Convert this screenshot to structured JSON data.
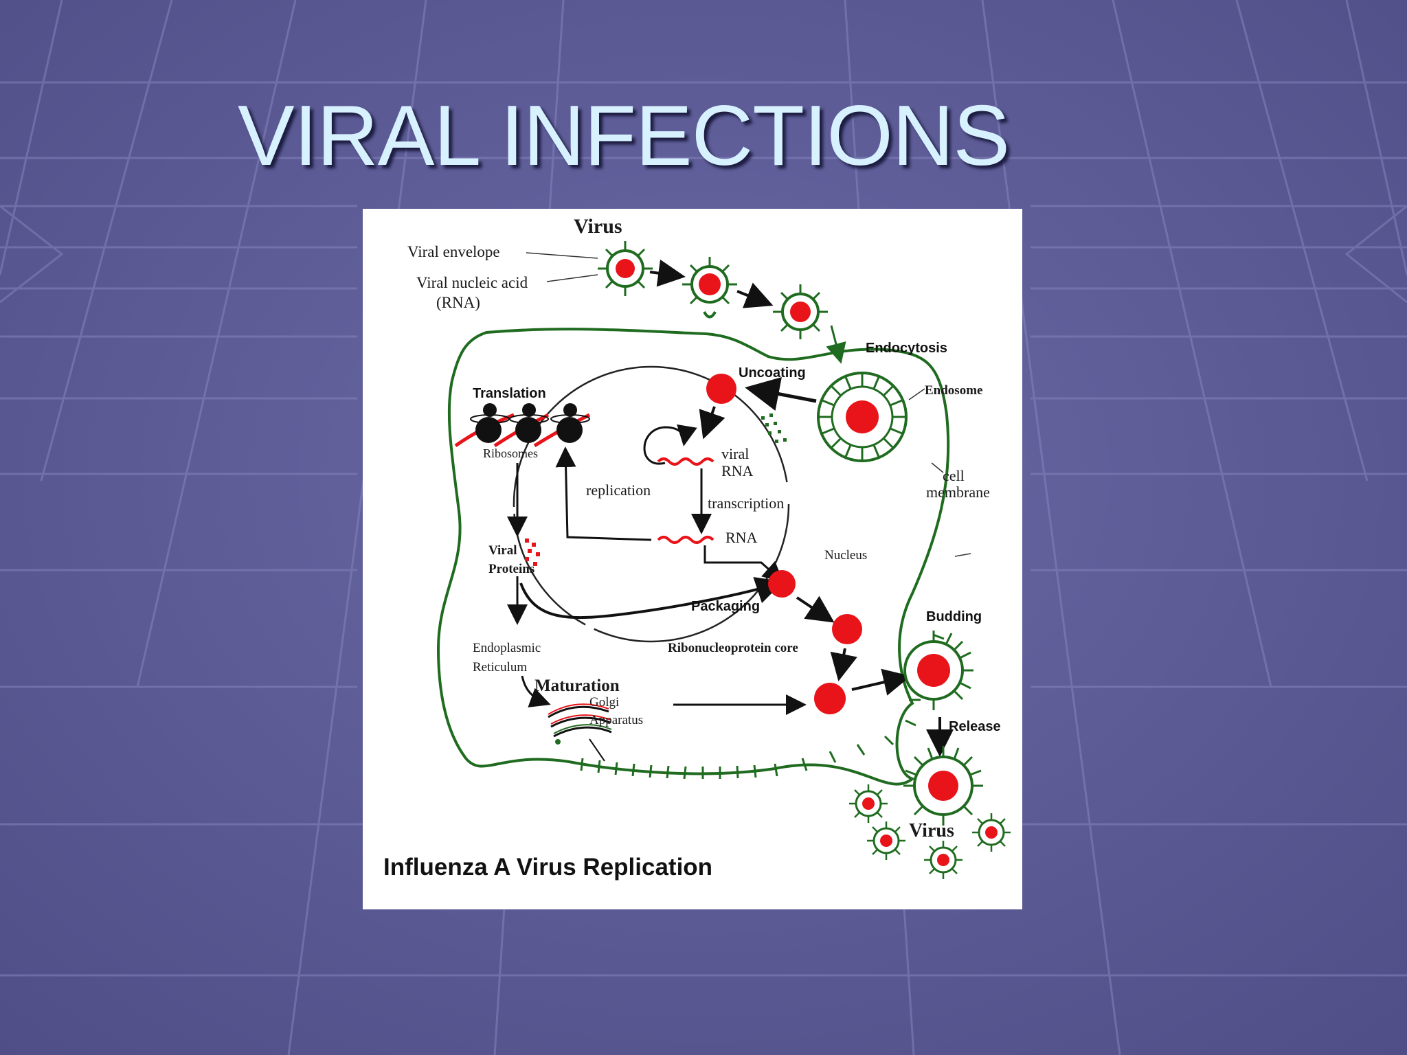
{
  "slide": {
    "title": "VIRAL INFECTIONS"
  },
  "diagram": {
    "caption": "Influenza A Virus Replication",
    "labels": {
      "virus_top": "Virus",
      "viral_envelope": "Viral envelope",
      "viral_nucleic_acid": "Viral nucleic acid",
      "rna_paren": "(RNA)",
      "endocytosis": "Endocytosis",
      "uncoating": "Uncoating",
      "endosome": "Endosome",
      "translation": "Translation",
      "ribosomes": "Ribosomes",
      "viral_rna_1": "viral",
      "viral_rna_2": "RNA",
      "replication": "replication",
      "transcription": "transcription",
      "rna": "RNA",
      "cell_membrane_1": "cell",
      "cell_membrane_2": "membrane",
      "nucleus": "Nucleus",
      "viral_proteins_1": "Viral",
      "viral_proteins_2": "Proteins",
      "packaging": "Packaging",
      "budding": "Budding",
      "ribonucleoprotein_core": "Ribonucleoprotein core",
      "er_1": "Endoplasmic",
      "er_2": "Reticulum",
      "maturation": "Maturation",
      "golgi_1": "Golgi",
      "golgi_2": "Apparatus",
      "release": "Release",
      "virus_bottom": "Virus"
    },
    "colors": {
      "membrane": "#1f6b1f",
      "core": "#e8141a",
      "ink": "#111111"
    }
  },
  "icons": {
    "virus": "virus-particle-icon",
    "ribosome": "ribosome-icon",
    "golgi": "golgi-apparatus-icon"
  }
}
